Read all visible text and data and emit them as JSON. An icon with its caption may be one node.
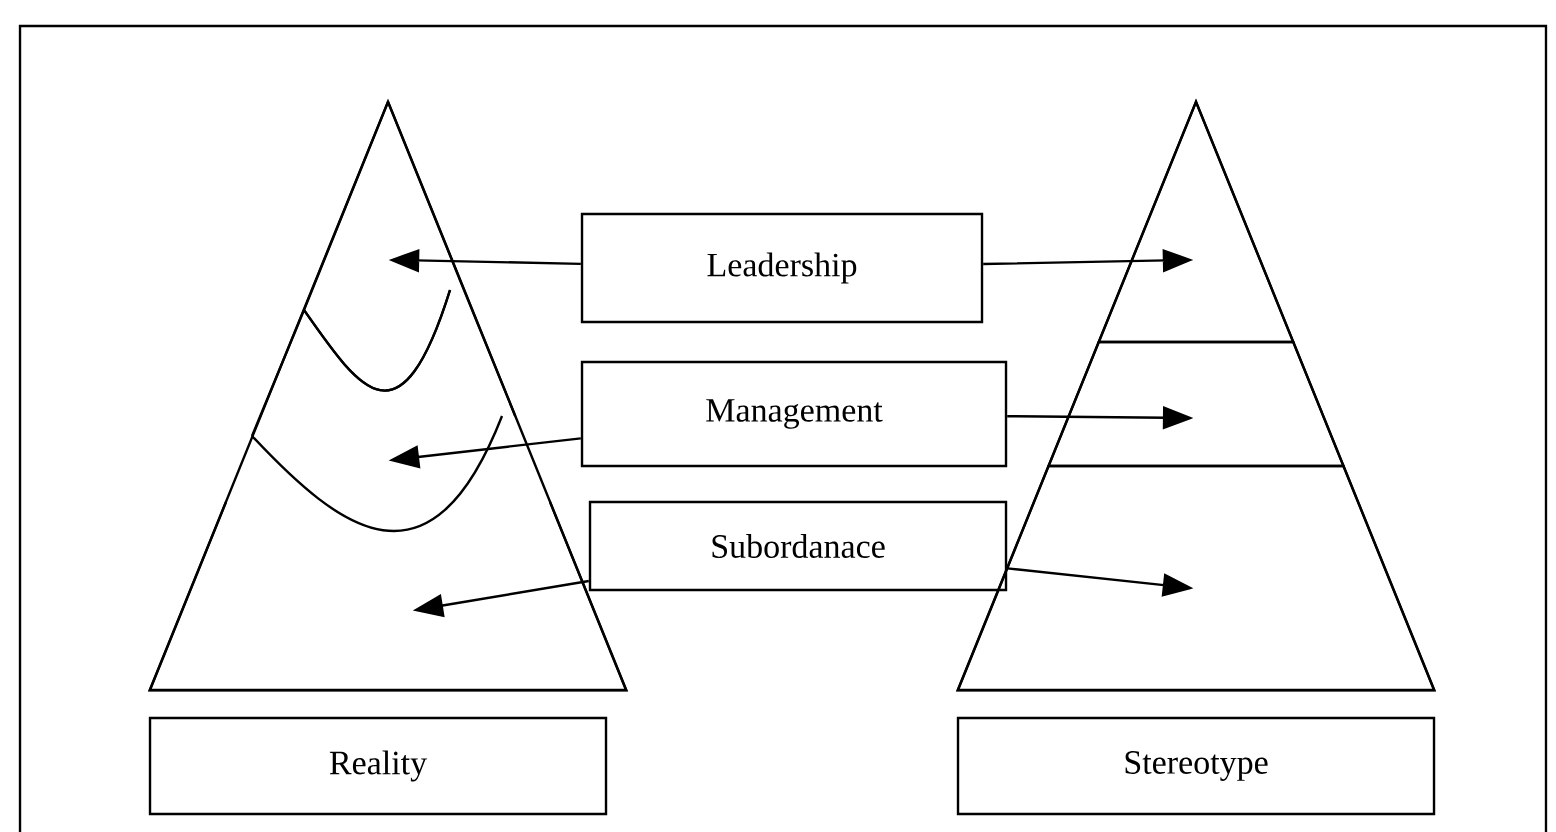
{
  "diagram": {
    "nodes": [
      {
        "text": [],
        "shape": "triangle"
      },
      {
        "text": [
          "Leadership"
        ]
      },
      {
        "text": [
          "Management"
        ]
      },
      {
        "text": [
          "Subordanace"
        ]
      },
      {
        "text": [],
        "shape": "triangle"
      },
      {
        "text": [
          "Reality"
        ]
      },
      {
        "text": [
          "Stereotype"
        ]
      },
      {
        "text": [],
        "shape": "region",
        "in": 0
      },
      {
        "text": [],
        "shape": "region",
        "in": 0
      },
      {
        "text": [],
        "shape": "region",
        "in": 0
      },
      {
        "text": [],
        "shape": "region",
        "in": 4
      },
      {
        "text": [],
        "shape": "region",
        "in": 4
      },
      {
        "text": [],
        "shape": "region",
        "in": 4
      }
    ],
    "edges": [
      {
        "from": 1,
        "to": 7,
        "arrow": "to"
      },
      {
        "from": 1,
        "to": 10,
        "arrow": "to"
      },
      {
        "from": 2,
        "to": 8,
        "arrow": "to"
      },
      {
        "from": 2,
        "to": 11,
        "arrow": "to"
      },
      {
        "from": 3,
        "to": 9,
        "arrow": "to"
      },
      {
        "from": 3,
        "to": 12,
        "arrow": "to"
      }
    ]
  }
}
